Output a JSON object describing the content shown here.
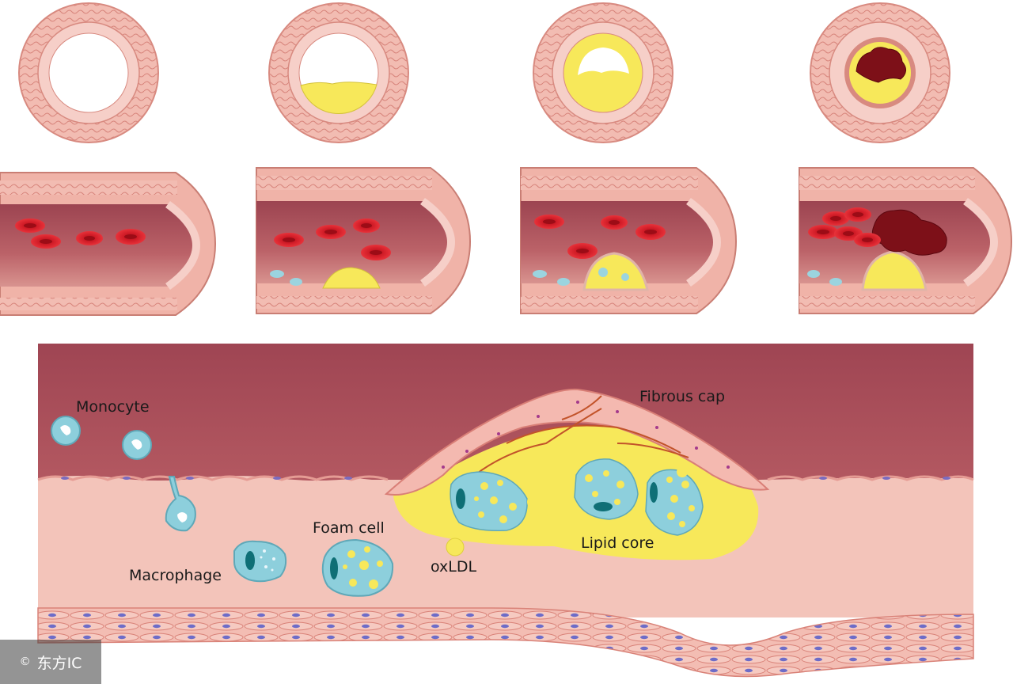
{
  "labels": {
    "monocyte": "Monocyte",
    "macrophage": "Macrophage",
    "foam_cell": "Foam cell",
    "oxldl": "oxLDL",
    "fibrous_cap": "Fibrous cap",
    "lipid_core": "Lipid core"
  },
  "watermark": {
    "symbol": "©",
    "text": "东方IC"
  },
  "stages": [
    {
      "lipid_level": 0.0,
      "thrombus": false
    },
    {
      "lipid_level": 0.18,
      "thrombus": false
    },
    {
      "lipid_level": 0.42,
      "thrombus": false
    },
    {
      "lipid_level": 1.0,
      "thrombus": true
    }
  ],
  "colors": {
    "wall": "#f0b3a8",
    "wall_dark": "#c97e74",
    "lumen": "#b85c60",
    "blood_cell": "#d91f2a",
    "lipid": "#f7e85a",
    "cell_blue": "#88ccd9",
    "thrombus": "#7d1018"
  }
}
